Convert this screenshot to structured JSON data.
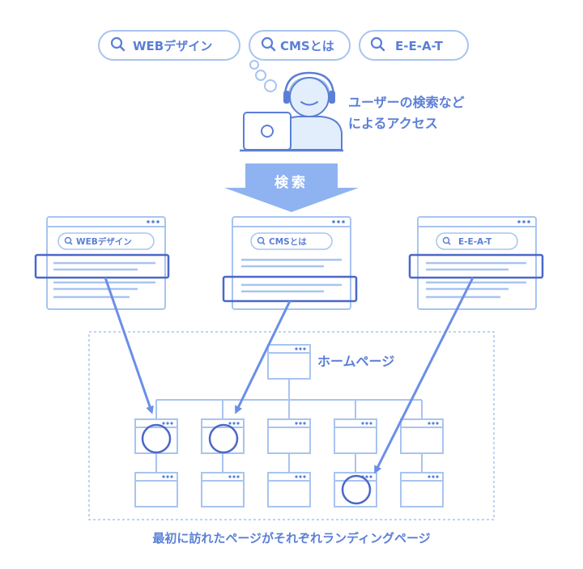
{
  "search_pills": [
    {
      "label": "WEBデザイン"
    },
    {
      "label": "CMSとは"
    },
    {
      "label": "E-E-A-T"
    }
  ],
  "user_caption": {
    "line1": "ユーザーの検索など",
    "line2": "によるアクセス"
  },
  "search_arrow_label": "検索",
  "result_windows": [
    {
      "query": "WEBデザイン"
    },
    {
      "query": "CMSとは"
    },
    {
      "query": "E-E-A-T"
    }
  ],
  "homepage_label": "ホームページ",
  "footer_caption": "最初に訪れたページがそれぞれランディングページ",
  "colors": {
    "primary": "#5b7fd6",
    "light": "#a8c4f0",
    "pale": "#e3eefc",
    "arrow": "#8fb3f0",
    "dark_outline": "#4a68c9"
  }
}
